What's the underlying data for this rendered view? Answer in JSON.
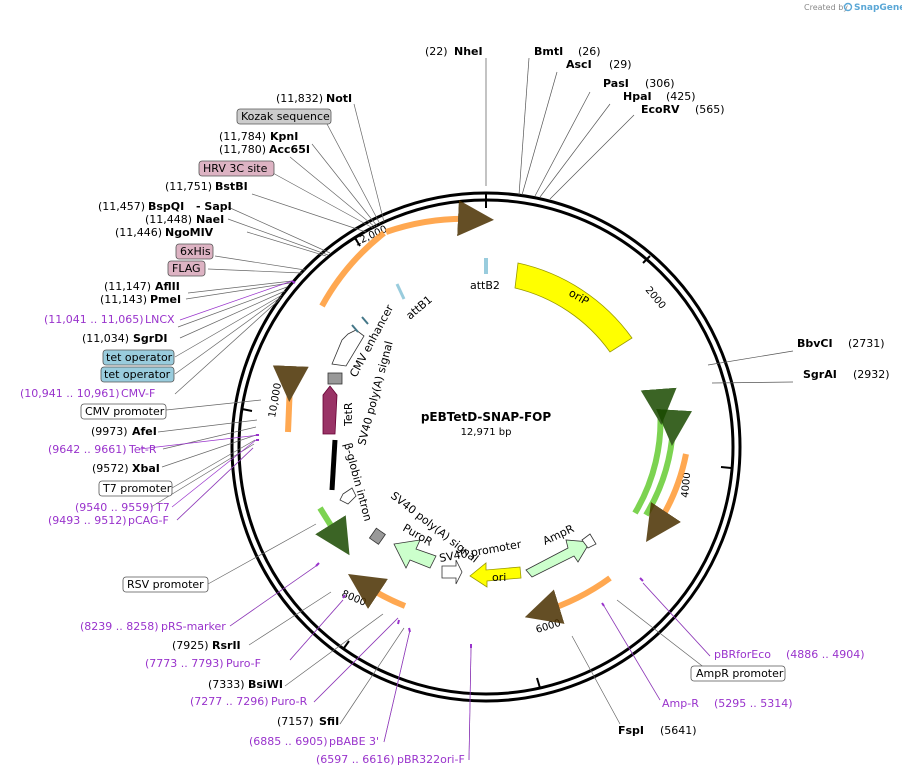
{
  "watermark": {
    "prefix": "Created by",
    "brand": "SnapGene"
  },
  "plasmid": {
    "name": "pEBTetD-SNAP-FOP",
    "length": "12,971 bp"
  },
  "ticks": [
    "2000",
    "4000",
    "6000",
    "8000",
    "10,000",
    "12,000"
  ],
  "colors": {
    "primer": "#9933cc",
    "oriP": "#ffff00",
    "ori": "#ffff00",
    "ampr": "#ccffcc",
    "puro": "#ccffcc",
    "tetR": "#993366",
    "orange": "#ff9933",
    "green": "#66cc33",
    "tetop": "#99ccdd",
    "tag": "#ddb3c3"
  },
  "inner_features": {
    "attB2": "attB2",
    "attB1": "attB1",
    "oriP": "oriP",
    "AmpR": "AmpR",
    "ori": "ori",
    "SV40_promoter": "SV40 promoter",
    "PuroR": "PuroR",
    "SV40_polyA_2": "SV40 poly(A) signal",
    "bglobin": "β-globin intron",
    "SV40_polyA_1": "SV40 poly(A) signal",
    "TetR": "TetR",
    "CMV_enhancer": "CMV enhancer"
  },
  "labels": {
    "nhei_pos": "(22)",
    "nhei_name": "NheI",
    "bmti_name": "BmtI",
    "bmti_pos": "(26)",
    "asci_name": "AscI",
    "asci_pos": "(29)",
    "pasi_name": "PasI",
    "pasi_pos": "(306)",
    "hpai_name": "HpaI",
    "hpai_pos": "(425)",
    "ecorv_name": "EcoRV",
    "ecorv_pos": "(565)",
    "bbvci_name": "BbvCI",
    "bbvci_pos": "(2731)",
    "sgrai_name": "SgrAI",
    "sgrai_pos": "(2932)",
    "pbrforeco_name": "pBRforEco",
    "pbrforeco_pos": "(4886 .. 4904)",
    "ampr_prom": "AmpR promoter",
    "ampr_primer_name": "Amp-R",
    "ampr_primer_pos": "(5295 .. 5314)",
    "fspi_name": "FspI",
    "fspi_pos": "(5641)",
    "pbr322_pos": "(6597 .. 6616)",
    "pbr322_name": "pBR322ori-F",
    "pbabe_pos": "(6885 .. 6905)",
    "pbabe_name": "pBABE 3'",
    "sfii_pos": "(7157)",
    "sfii_name": "SfiI",
    "puror_pos": "(7277 .. 7296)",
    "puror_name": "Puro-R",
    "bsiwi_pos": "(7333)",
    "bsiwi_name": "BsiWI",
    "purof_pos": "(7773 .. 7793)",
    "purof_name": "Puro-F",
    "rsrii_pos": "(7925)",
    "rsrii_name": "RsrII",
    "prs_pos": "(8239 .. 8258)",
    "prs_name": "pRS-marker",
    "rsv_prom": "RSV promoter",
    "pcagf_pos": "(9493 .. 9512)",
    "pcagf_name": "pCAG-F",
    "t7_pos": "(9540 .. 9559)",
    "t7_name": "T7",
    "t7prom": "T7 promoter",
    "xbai_pos": "(9572)",
    "xbai_name": "XbaI",
    "tetr_pos": "(9642 .. 9661)",
    "tetr_name": "Tet-R",
    "afei_pos": "(9973)",
    "afei_name": "AfeI",
    "cmvprom": "CMV promoter",
    "cmvf_pos": "(10,941 .. 10,961)",
    "cmvf_name": "CMV-F",
    "tetop1": "tet operator",
    "tetop2": "tet operator",
    "sgrdi_pos": "(11,034)",
    "sgrdi_name": "SgrDI",
    "lncx_pos": "(11,041 .. 11,065)",
    "lncx_name": "LNCX",
    "pmei_pos": "(11,143)",
    "pmei_name": "PmeI",
    "aflii_pos": "(11,147)",
    "aflii_name": "AflII",
    "flag": "FLAG",
    "sixhis": "6xHis",
    "ngomiv_pos": "(11,446)",
    "ngomiv_name": "NgoMIV",
    "naei_pos": "(11,448)",
    "naei_name": "NaeI",
    "bspqi_pos": "(11,457)",
    "bspqi_name": "BspQI",
    "sapi_name": "- SapI",
    "bstbi_pos": "(11,751)",
    "bstbi_name": "BstBI",
    "hrv": "HRV 3C site",
    "acc65i_pos": "(11,780)",
    "acc65i_name": "Acc65I",
    "kpni_pos": "(11,784)",
    "kpni_name": "KpnI",
    "kozak": "Kozak sequence",
    "noti_pos": "(11,832)",
    "noti_name": "NotI"
  }
}
